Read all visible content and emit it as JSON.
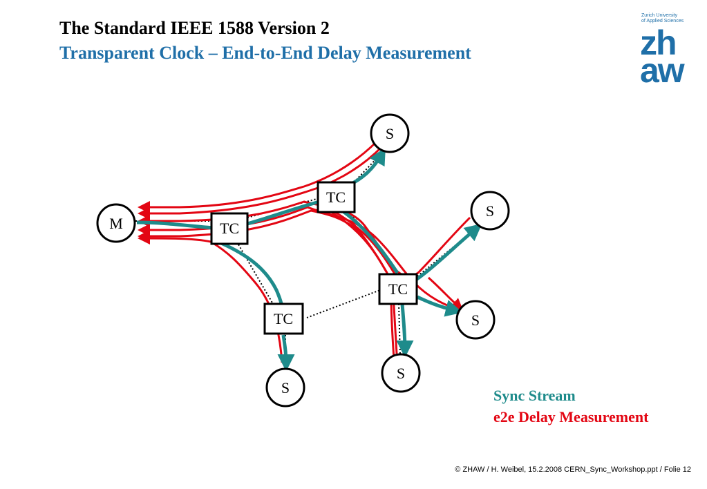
{
  "header": {
    "title": "The Standard IEEE 1588 Version 2",
    "subtitle": "Transparent Clock – End-to-End Delay Measurement"
  },
  "logo": {
    "line1": "Zurich University",
    "line2": "of Applied Sciences",
    "mark_top": "zh",
    "mark_bottom": "aw"
  },
  "diagram": {
    "nodes": {
      "master": "M",
      "tc_a": "TC",
      "tc_b": "TC",
      "tc_c": "TC",
      "tc_d": "TC",
      "slave_top": "S",
      "slave_right": "S",
      "slave_mid_right": "S",
      "slave_bottom_mid": "S",
      "slave_bottom_left": "S"
    }
  },
  "legend": {
    "sync_stream": "Sync Stream",
    "e2e_delay": "e2e Delay Measurement"
  },
  "colors": {
    "sync": "#1e8b8b",
    "e2e": "#e30613",
    "accent_blue": "#1f6fa8"
  },
  "footer": "© ZHAW / H. Weibel, 15.2.2008 CERN_Sync_Workshop.ppt / Folie 12"
}
